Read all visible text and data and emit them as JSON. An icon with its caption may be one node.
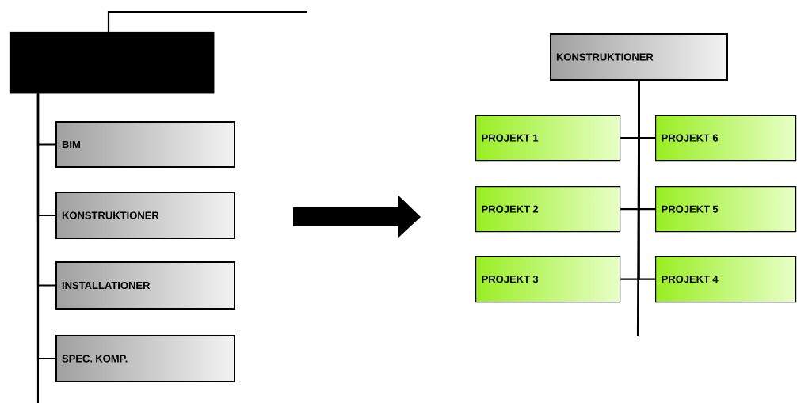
{
  "diagram": {
    "nodes": [
      {
        "text": [],
        "shape": "box"
      },
      {
        "text": [
          "BIM"
        ]
      },
      {
        "text": [
          "KONSTRUKTIONER"
        ]
      },
      {
        "text": [
          "INSTALLATIONER"
        ]
      },
      {
        "text": [
          "SPEC. KOMP."
        ]
      },
      {
        "text": [
          "KONSTRUKTIONER"
        ]
      },
      {
        "text": [
          "PROJEKT 1"
        ]
      },
      {
        "text": [
          "PROJEKT 6"
        ]
      },
      {
        "text": [
          "PROJEKT 2"
        ]
      },
      {
        "text": [
          "PROJEKT 5"
        ]
      },
      {
        "text": [
          "PROJEKT 3"
        ]
      },
      {
        "text": [
          "PROJEKT 4"
        ]
      }
    ],
    "edges": [
      {
        "from": 0,
        "to": null,
        "arrow": "none"
      },
      {
        "from": 0,
        "to": 1,
        "arrow": "none"
      },
      {
        "from": 0,
        "to": 2,
        "arrow": "none"
      },
      {
        "from": 0,
        "to": 3,
        "arrow": "none"
      },
      {
        "from": 0,
        "to": 4,
        "arrow": "none"
      },
      {
        "from": 0,
        "to": null,
        "arrow": "none"
      },
      {
        "from": 5,
        "to": 6,
        "arrow": "none"
      },
      {
        "from": 5,
        "to": 7,
        "arrow": "none"
      },
      {
        "from": 5,
        "to": 8,
        "arrow": "none"
      },
      {
        "from": 5,
        "to": 9,
        "arrow": "none"
      },
      {
        "from": 5,
        "to": 10,
        "arrow": "none"
      },
      {
        "from": 5,
        "to": 11,
        "arrow": "none"
      },
      {
        "from": 5,
        "to": null,
        "arrow": "none"
      }
    ]
  }
}
